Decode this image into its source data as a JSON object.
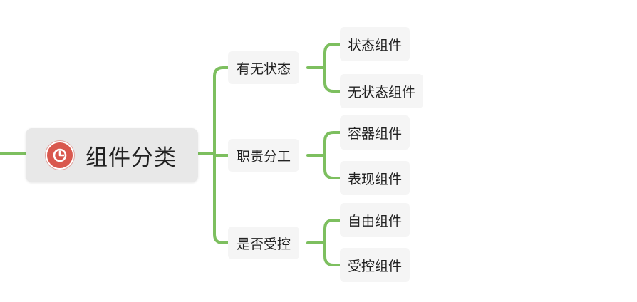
{
  "root": {
    "label": "组件分类",
    "icon": "pie-chart-icon",
    "icon_color": "#d9584e"
  },
  "branches": [
    {
      "label": "有无状态",
      "children": [
        "状态组件",
        "无状态组件"
      ]
    },
    {
      "label": "职责分工",
      "children": [
        "容器组件",
        "表现组件"
      ]
    },
    {
      "label": "是否受控",
      "children": [
        "自由组件",
        "受控组件"
      ]
    }
  ],
  "connector_color": "#7dbf5f"
}
